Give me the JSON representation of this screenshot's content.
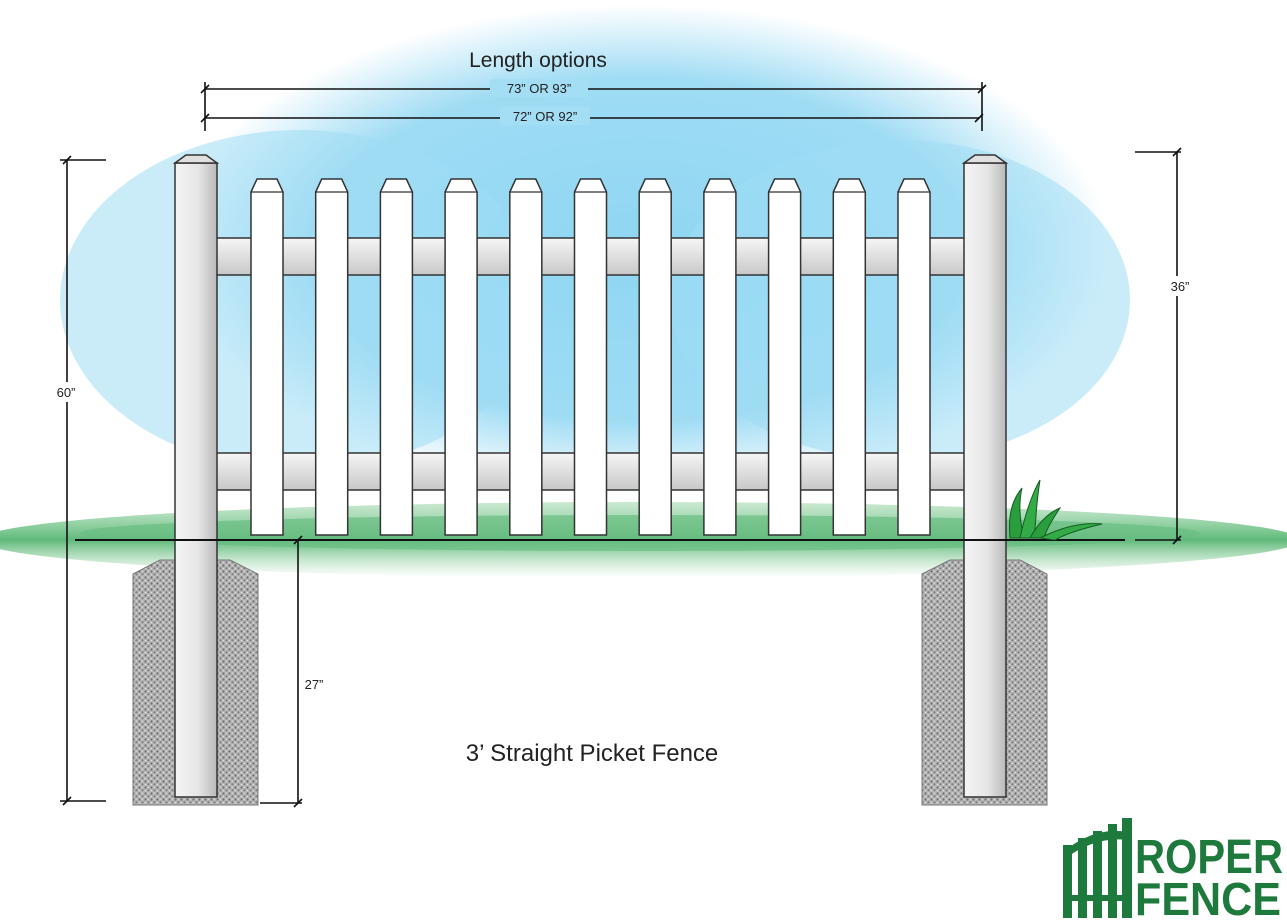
{
  "diagram": {
    "title": "3’ Straight Picket Fence",
    "length_heading": "Length options",
    "outer_length": "73” OR 93”",
    "inner_length": "72” OR 92”",
    "total_height": "60”",
    "above_ground_height": "36”",
    "below_ground_depth": "27”",
    "picket_count": 11,
    "rail_count": 2,
    "post_count": 2
  },
  "logo": {
    "line1": "ROPER",
    "line2": "FENCE",
    "color": "#1e7a3c"
  },
  "colors": {
    "sky": "#8fd6f2",
    "grass": "#5fb97a",
    "concrete": "#9a9a9a"
  }
}
